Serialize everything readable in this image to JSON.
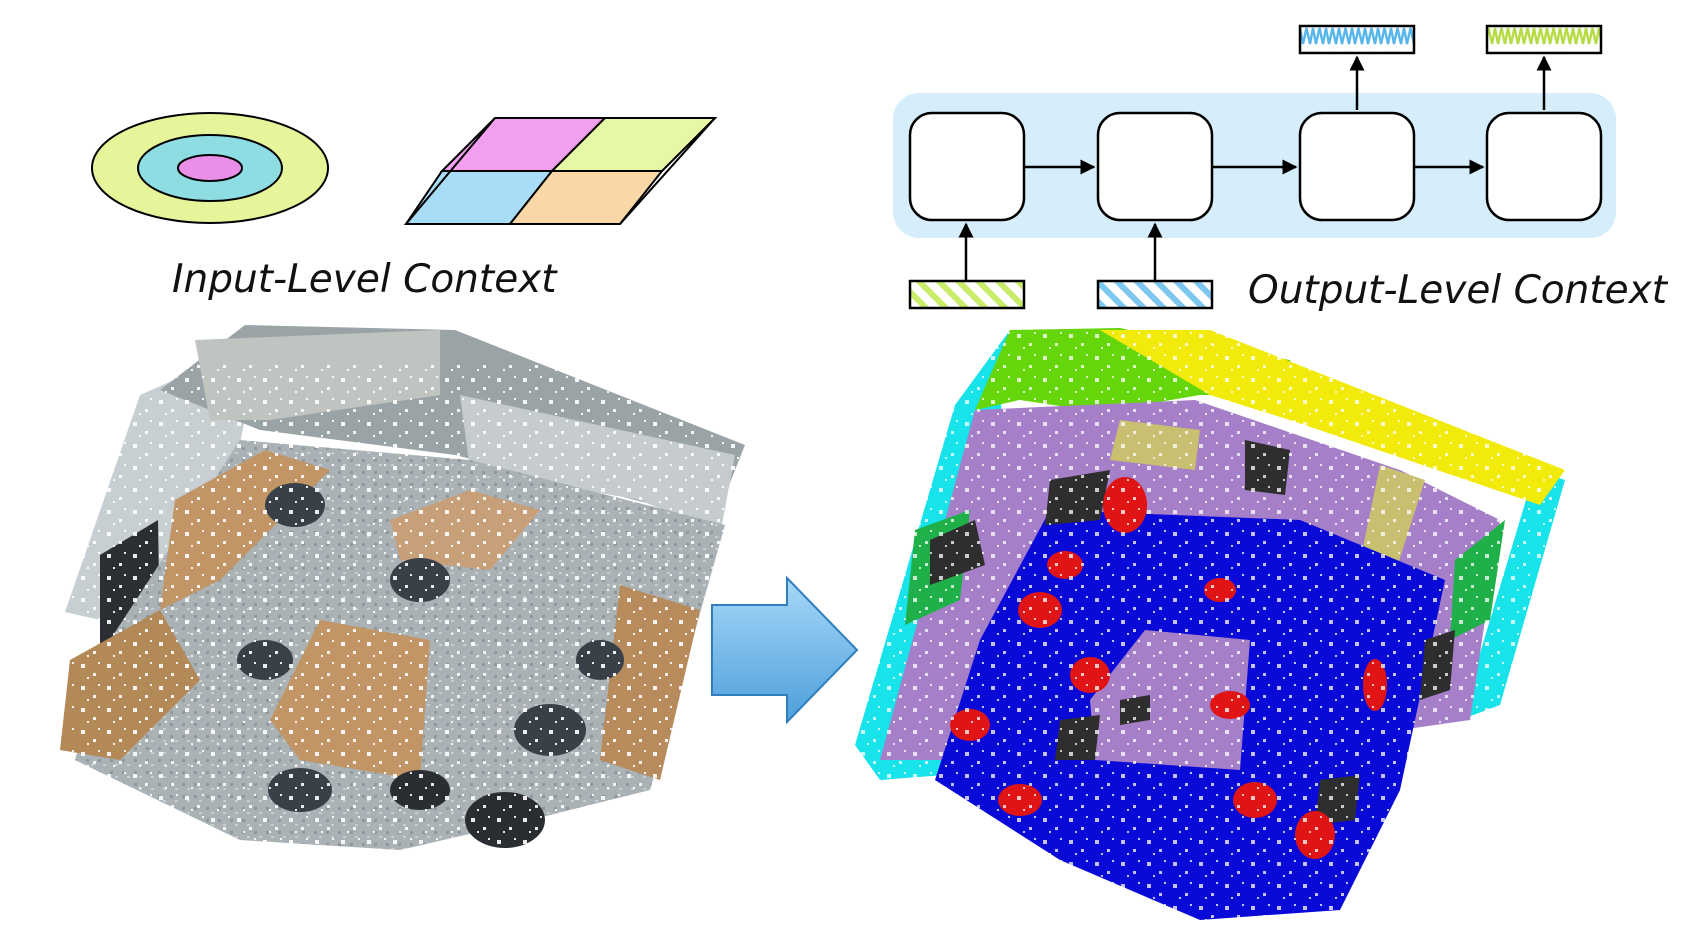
{
  "input_level": {
    "label": "Input-Level Context",
    "ellipse_colors": [
      "#e6f59a",
      "#8edde3",
      "#ea8fe8"
    ],
    "grid_colors": [
      "#f29ff0",
      "#e6f8a6",
      "#a9dcf6",
      "#f9d7a6"
    ]
  },
  "output_level": {
    "label": "Output-Level Context",
    "panel_color": "#d6eefb",
    "input_patterns": [
      "green-hatched-bar",
      "blue-hatched-bar"
    ],
    "output_patterns": [
      "blue-wave-bar",
      "green-wave-bar"
    ]
  },
  "transform_arrow": {
    "icon": "right-arrow-icon",
    "color": "#5aa9df"
  },
  "scenes": {
    "input": "rgb-point-cloud-office",
    "output": "segmented-point-cloud-office"
  },
  "segmentation_colors": {
    "floor": "#0a0ad8",
    "wall": "#a67fc9",
    "chair": "#e01414",
    "ceiling": "#66d60c",
    "side_wall": "#18e2ea",
    "beam": "#f2ea0a",
    "clutter": "#2e2e2e",
    "door": "#c8c070",
    "board": "#1fb04a"
  }
}
